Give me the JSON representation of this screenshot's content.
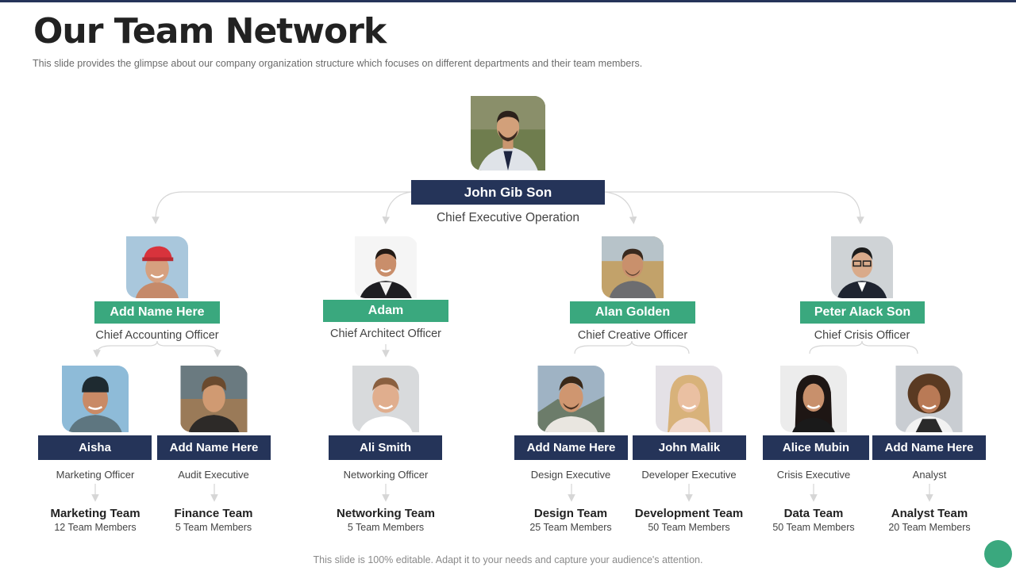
{
  "header": {
    "title": "Our Team Network",
    "subtitle": "This slide provides the glimpse about our company organization structure which focuses on different departments and their team members."
  },
  "ceo": {
    "name": "John Gib Son",
    "role": "Chief Executive Operation"
  },
  "chiefs": [
    {
      "name": "Add Name Here",
      "role": "Chief Accounting Officer"
    },
    {
      "name": "Adam",
      "role": "Chief Architect Officer"
    },
    {
      "name": "Alan Golden",
      "role": "Chief Creative Officer"
    },
    {
      "name": "Peter Alack Son",
      "role": "Chief Crisis Officer"
    }
  ],
  "members": [
    {
      "name": "Aisha",
      "role": "Marketing Officer",
      "team": "Marketing Team",
      "count": "12 Team Members"
    },
    {
      "name": "Add Name Here",
      "role": "Audit Executive",
      "team": "Finance Team",
      "count": "5 Team Members"
    },
    {
      "name": "Ali Smith",
      "role": "Networking Officer",
      "team": "Networking Team",
      "count": "5 Team Members"
    },
    {
      "name": "Add Name Here",
      "role": "Design Executive",
      "team": "Design Team",
      "count": "25 Team Members"
    },
    {
      "name": "John Malik",
      "role": "Developer Executive",
      "team": "Development Team",
      "count": "50 Team Members"
    },
    {
      "name": "Alice Mubin",
      "role": "Crisis Executive",
      "team": "Data Team",
      "count": "50 Team Members"
    },
    {
      "name": "Add Name Here",
      "role": "Analyst",
      "team": "Analyst Team",
      "count": "20 Team Members"
    }
  ],
  "footer": "This slide is 100% editable. Adapt it to your needs and capture your audience's attention.",
  "colors": {
    "navy": "#253459",
    "green": "#3aa87e",
    "connector": "#d6d6d6"
  }
}
